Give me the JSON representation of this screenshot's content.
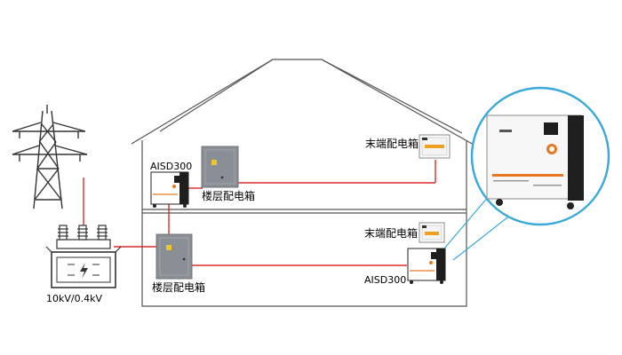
{
  "labels": {
    "aisd_top": "AISD300",
    "floor_box_top": "楼层配电箱",
    "end_box_top": "末端配电箱",
    "end_box_bottom": "末端配电箱",
    "floor_box_bottom": "楼层配电箱",
    "aisd_bottom": "AISD300",
    "transformer": "10kV/0.4kV"
  },
  "colors": {
    "wire": "#e02a2a",
    "house_outline": "#555555",
    "cabinet_grey": "#8a8f96",
    "device_dark": "#1e1e1e",
    "accent_orange": "#e87722",
    "zoom_circle": "#3aa8d8"
  },
  "icons": {
    "tower": "power-tower-icon",
    "transformer": "transformer-icon"
  }
}
